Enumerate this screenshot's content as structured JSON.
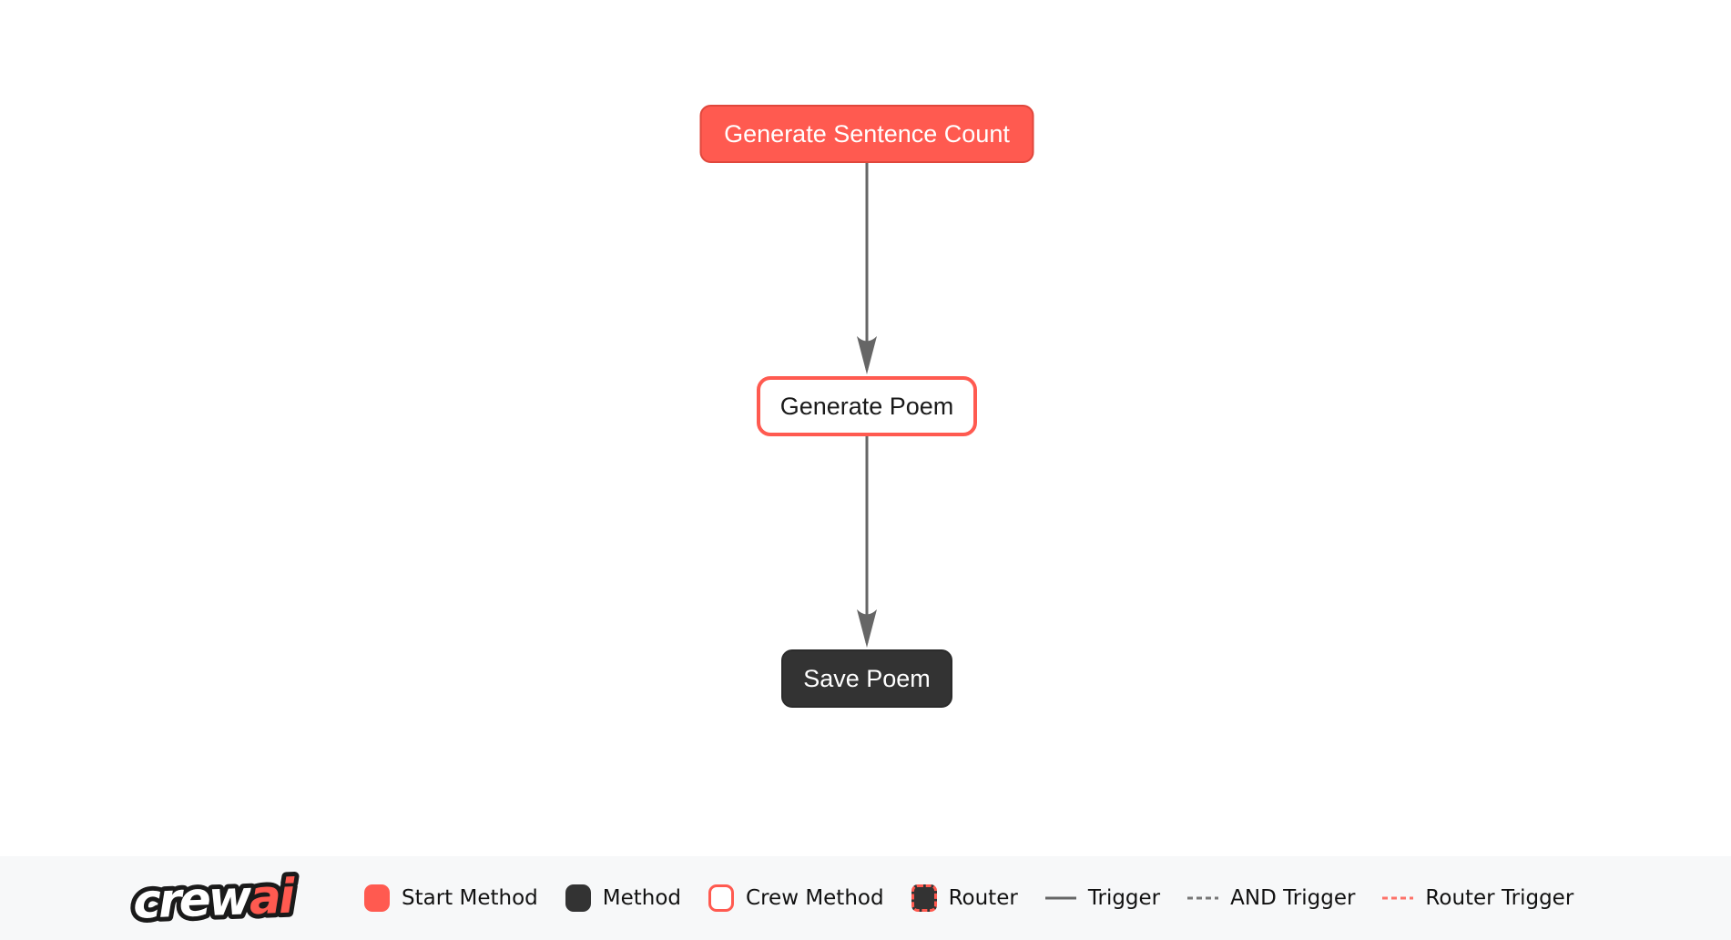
{
  "diagram": {
    "nodes": [
      {
        "id": "generate_sentence_count",
        "label": "Generate Sentence Count",
        "type": "start-method"
      },
      {
        "id": "generate_poem",
        "label": "Generate Poem",
        "type": "crew-method"
      },
      {
        "id": "save_poem",
        "label": "Save Poem",
        "type": "method"
      }
    ],
    "edges": [
      {
        "from": "generate_sentence_count",
        "to": "generate_poem",
        "type": "trigger"
      },
      {
        "from": "generate_poem",
        "to": "save_poem",
        "type": "trigger"
      }
    ]
  },
  "logo": {
    "crew": "crew",
    "ai": "ai"
  },
  "legend": {
    "items": [
      {
        "label": "Start Method",
        "swatch": "start-method"
      },
      {
        "label": "Method",
        "swatch": "method"
      },
      {
        "label": "Crew Method",
        "swatch": "crew-method"
      },
      {
        "label": "Router",
        "swatch": "router"
      },
      {
        "label": "Trigger",
        "swatch": "solid-line"
      },
      {
        "label": "AND Trigger",
        "swatch": "dashed-line"
      },
      {
        "label": "Router Trigger",
        "swatch": "dashed-red-line"
      }
    ]
  },
  "colors": {
    "start_method": "#FF5A50",
    "start_method_border": "#E0473C",
    "method": "#333333",
    "crew_method_border": "#FF5A50",
    "edge": "#666666",
    "canvas_background": "#FFFFFF",
    "legend_background": "#F7F8F9"
  }
}
